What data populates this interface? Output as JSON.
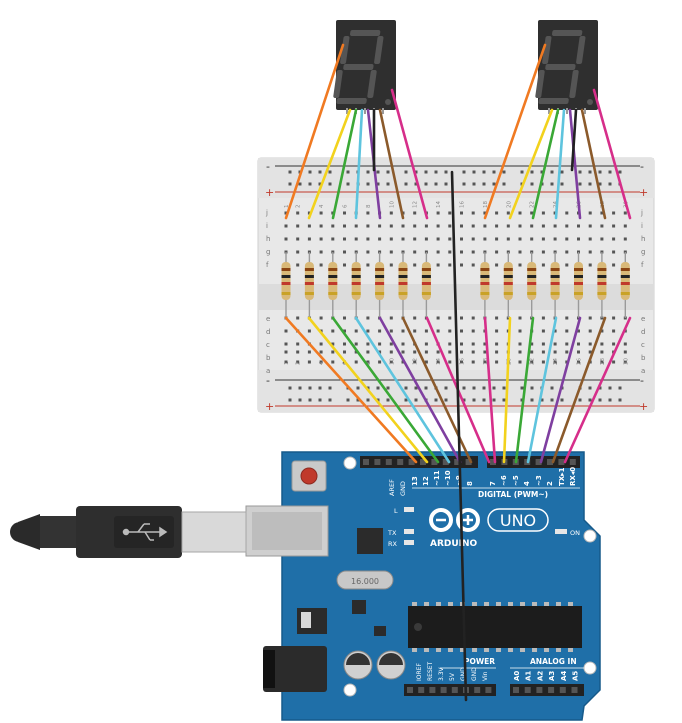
{
  "breadboard": {
    "row_labels": [
      "j",
      "i",
      "h",
      "g",
      "f",
      "e",
      "d",
      "c",
      "b",
      "a"
    ],
    "column_count": 30,
    "rail_signs": [
      "-",
      "+",
      "-",
      "+"
    ]
  },
  "arduino": {
    "brand": "ARDUINO",
    "model": "UNO",
    "section_digital": "DIGITAL (PWM~)",
    "section_power": "POWER",
    "section_analog": "ANALOG IN",
    "label_aref": "AREF",
    "label_gnd": "GND",
    "digital_pins": [
      "13",
      "12",
      "~11",
      "~10",
      "~9",
      "8",
      "7",
      "~6",
      "~5",
      "4",
      "~3",
      "2",
      "TX▸1",
      "RX◂0"
    ],
    "power_pins": [
      "IOREF",
      "RESET",
      "3.3V",
      "5V",
      "GND",
      "GND",
      "Vin"
    ],
    "analog_pins": [
      "A0",
      "A1",
      "A2",
      "A3",
      "A4",
      "A5"
    ],
    "led_labels": [
      "L",
      "TX",
      "RX",
      "ON"
    ],
    "crystal": "16.000"
  },
  "displays": [
    {
      "digit": "8"
    },
    {
      "digit": "8"
    }
  ],
  "colors": {
    "board": "#1f6fa8",
    "breadboard": "#e9e9e9",
    "wire_orange": "#f07a22",
    "wire_yellow": "#f2d21d",
    "wire_green": "#3aa836",
    "wire_cyan": "#5ec4de",
    "wire_purple": "#7f3fa0",
    "wire_brown": "#8b5a2b",
    "wire_pink": "#d62e8a",
    "wire_black": "#222222"
  }
}
